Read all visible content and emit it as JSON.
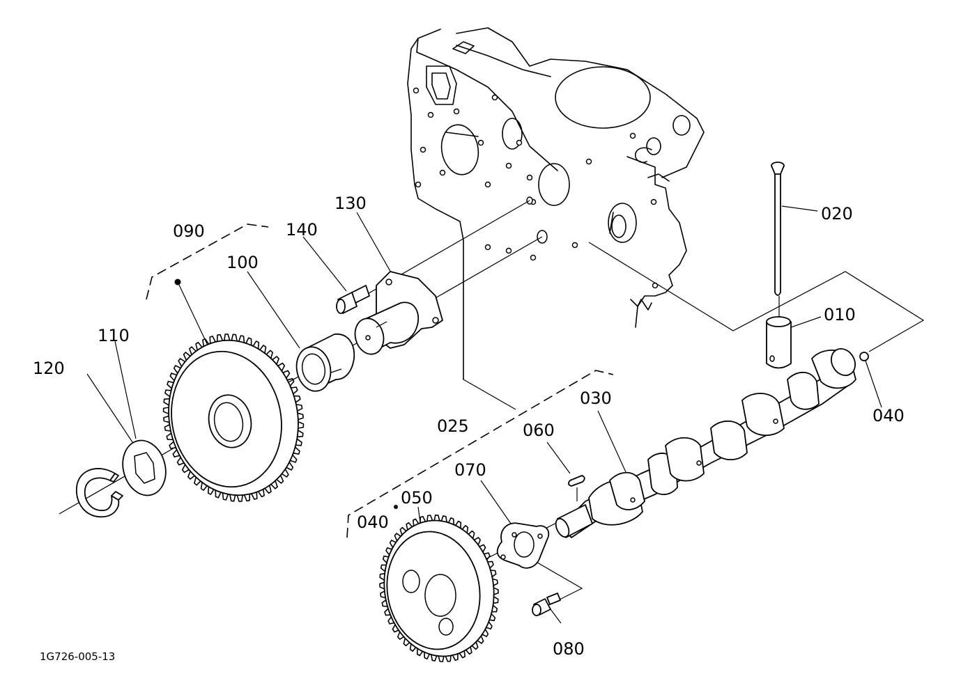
{
  "labels": {
    "p010": "010",
    "p020": "020",
    "p025": "025",
    "p030": "030",
    "p040a": "040",
    "p040b": "040",
    "p050": "050",
    "p060": "060",
    "p070": "070",
    "p080": "080",
    "p090": "090",
    "p100": "100",
    "p110": "110",
    "p120": "120",
    "p130": "130",
    "p140": "140"
  },
  "drawing_code": "1G726-005-13",
  "colors": {
    "line": "#000000",
    "background": "#ffffff"
  }
}
